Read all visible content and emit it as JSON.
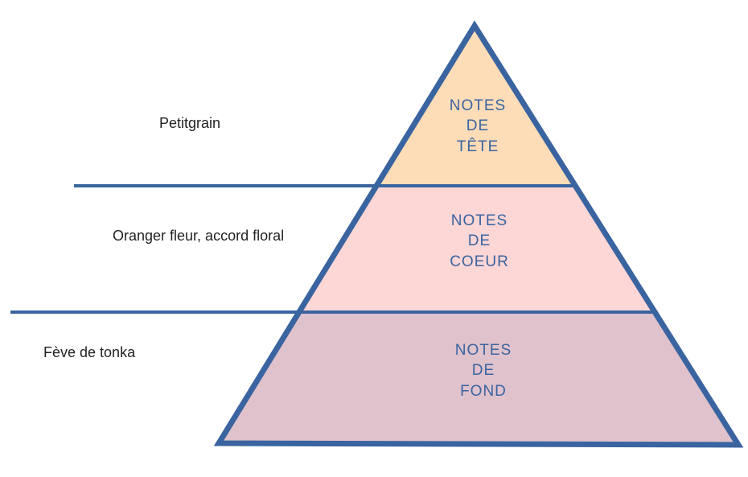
{
  "colors": {
    "stroke": "#3A64A0",
    "top": "#FDDCB8",
    "middle": "#FDD6D6",
    "bottom": "#DFC2CC"
  },
  "tiers": [
    {
      "lines": [
        "NOTES",
        "DE",
        "TÊTE"
      ],
      "ingredients": "Petitgrain"
    },
    {
      "lines": [
        "NOTES",
        "DE",
        "COEUR"
      ],
      "ingredients": "Oranger fleur, accord floral"
    },
    {
      "lines": [
        "NOTES",
        "DE",
        "FOND"
      ],
      "ingredients": "Fève de tonka"
    }
  ]
}
